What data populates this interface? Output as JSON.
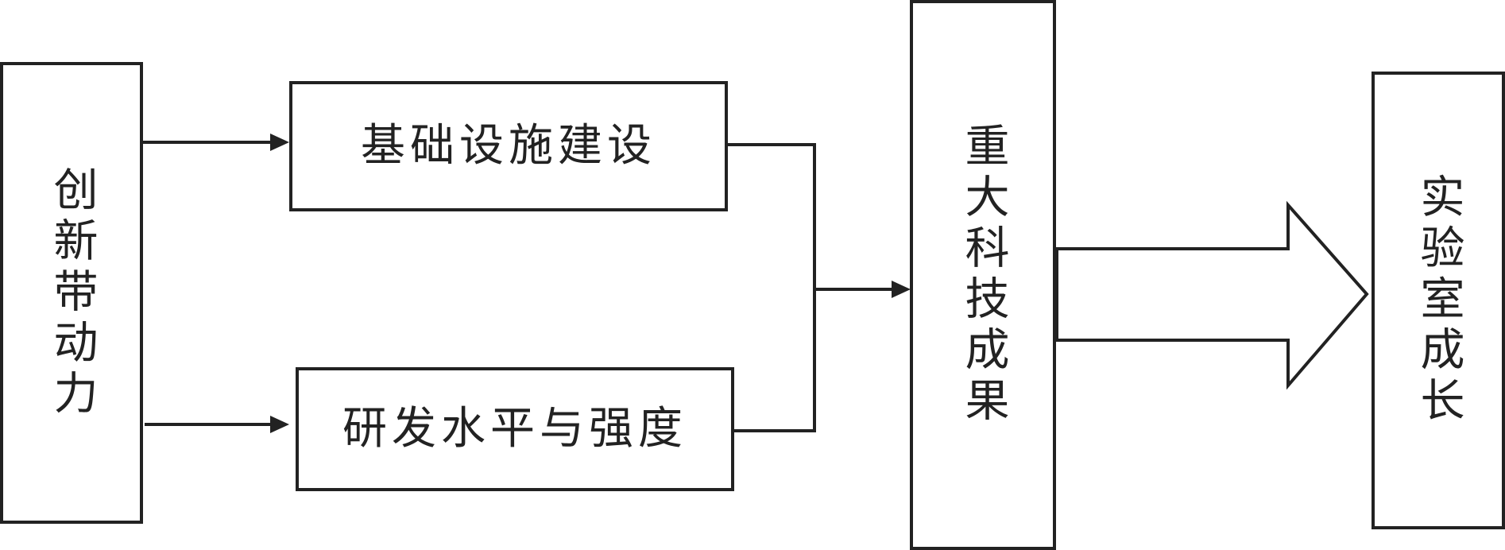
{
  "nodes": {
    "innovation_drive": "创新带动力",
    "infrastructure": "基础设施建设",
    "rd_level": "研发水平与强度",
    "major_achievements": "重大科技成果",
    "lab_growth": "实验室成长"
  },
  "colors": {
    "stroke": "#222222",
    "background": "#ffffff"
  }
}
